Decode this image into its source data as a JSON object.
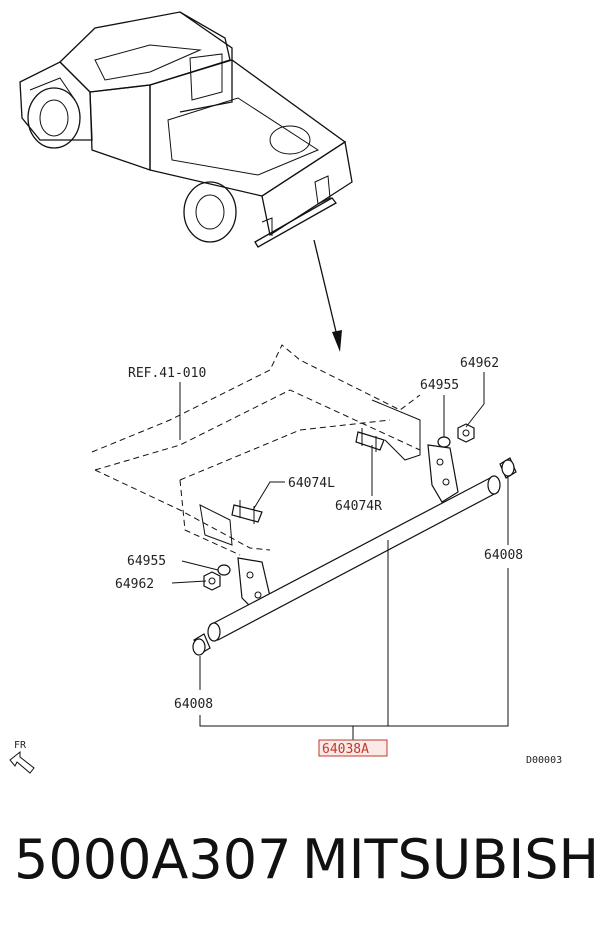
{
  "diagram": {
    "ref_label": "REF.41-010",
    "parts": {
      "p64962_top": "64962",
      "p64955_top": "64955",
      "p64074L": "64074L",
      "p64074R": "64074R",
      "p64955_left": "64955",
      "p64962_left": "64962",
      "p64008_right": "64008",
      "p64008_left": "64008",
      "assembly": "64038A"
    },
    "direction_label": "FR",
    "drawing_code": "D00003",
    "highlight_color": "#c0392b"
  },
  "footer": {
    "part_number": "5000A307",
    "brand": "MITSUBISHI"
  }
}
